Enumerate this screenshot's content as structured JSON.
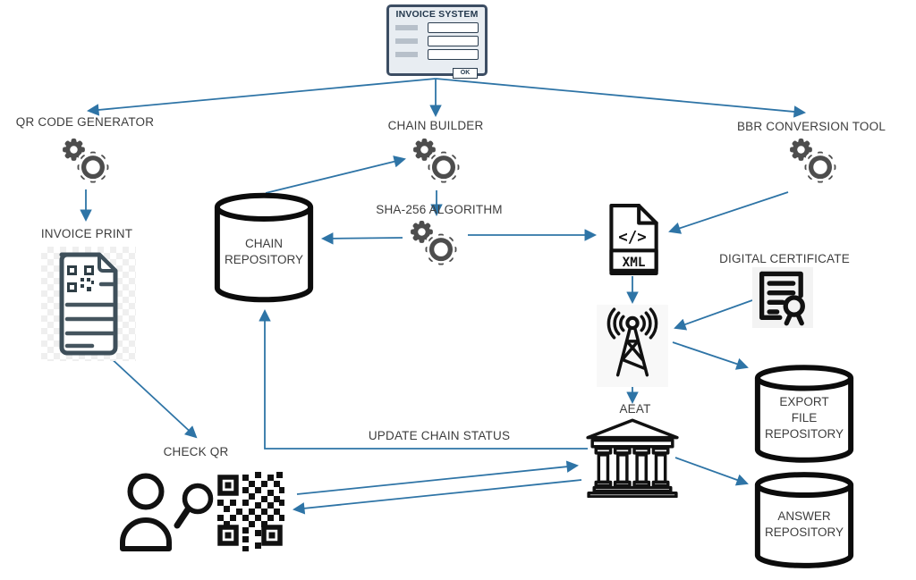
{
  "window": {
    "title": "INVOICE SYSTEM",
    "ok_label": "OK"
  },
  "nodes": {
    "qr_code_generator": {
      "label": "QR CODE GENERATOR",
      "icon": "gears-icon"
    },
    "chain_builder": {
      "label": "CHAIN BUILDER",
      "icon": "gears-icon"
    },
    "bbr_conversion_tool": {
      "label": "BBR CONVERSION TOOL",
      "icon": "gears-icon"
    },
    "sha_256_algorithm": {
      "label": "SHA-256 ALGORITHM",
      "icon": "gears-icon"
    },
    "chain_repository": {
      "lines": [
        "CHAIN",
        "REPOSITORY"
      ],
      "icon": "database-cylinder-icon"
    },
    "invoice_print": {
      "label": "INVOICE PRINT",
      "icon": "invoice-document-icon"
    },
    "xml_file": {
      "code_glyph": "</>",
      "label": "XML",
      "icon": "xml-file-icon"
    },
    "digital_certificate": {
      "label": "DIGITAL CERTIFICATE",
      "icon": "certificate-icon"
    },
    "transmission": {
      "icon": "antenna-icon"
    },
    "aeat": {
      "label": "AEAT",
      "icon": "government-building-icon"
    },
    "export_file_repository": {
      "lines": [
        "EXPORT",
        "FILE",
        "REPOSITORY"
      ],
      "icon": "database-cylinder-icon"
    },
    "answer_repository": {
      "lines": [
        "ANSWER",
        "REPOSITORY"
      ],
      "icon": "database-cylinder-icon"
    },
    "check_qr": {
      "label": "CHECK QR",
      "icons": [
        "person-icon",
        "magnifier-icon",
        "qr-code-icon"
      ]
    }
  },
  "edge_labels": {
    "update_chain_status": "UPDATE CHAIN STATUS"
  },
  "colors": {
    "arrow": "#2e74a6",
    "gear": "#4d4d4d",
    "icon": "#111111",
    "text": "#3d3d3d",
    "win_border": "#3c4d63",
    "win_bg": "#e8edf2",
    "doc_stroke": "#3e4f5a"
  }
}
